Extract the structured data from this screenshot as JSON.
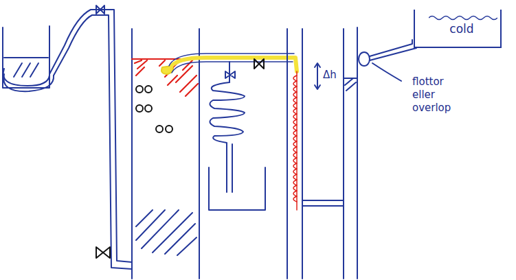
{
  "diagram": {
    "nodes": [
      {
        "text": [
          "cold"
        ]
      }
    ],
    "labels": [
      "Δh",
      "flottor eller overlop"
    ]
  }
}
